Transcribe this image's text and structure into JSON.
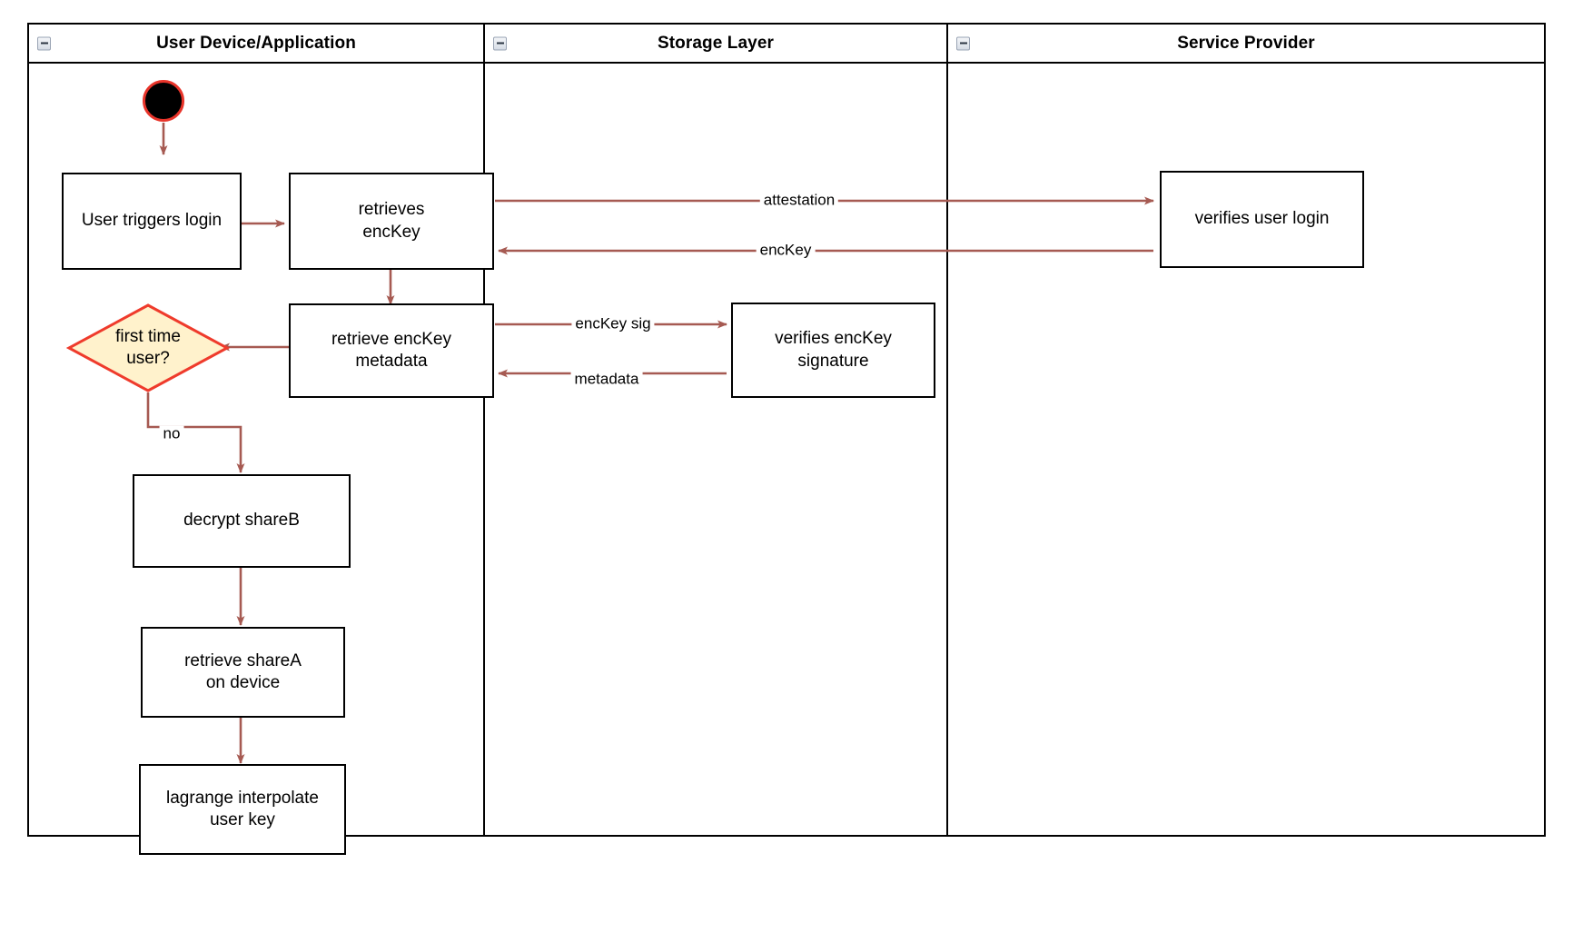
{
  "diagram": {
    "type": "swimlane-activity-diagram",
    "colors": {
      "edge": "#a65a52",
      "lane_border": "#000000",
      "node_border": "#000000",
      "node_fill": "#ffffff",
      "decision_fill": "#fff2cc",
      "decision_border": "#ef3b2c",
      "start_fill": "#000000",
      "start_border": "#e8342a",
      "text": "#000000"
    },
    "lanes": [
      {
        "id": "user-device",
        "title": "User Device/Application",
        "collapse_icon": "minus-icon"
      },
      {
        "id": "storage-layer",
        "title": "Storage Layer",
        "collapse_icon": "minus-icon"
      },
      {
        "id": "service-provider",
        "title": "Service Provider",
        "collapse_icon": "minus-icon"
      }
    ],
    "nodes": [
      {
        "id": "start",
        "lane": "user-device",
        "shape": "start",
        "label": ""
      },
      {
        "id": "user-triggers-login",
        "lane": "user-device",
        "shape": "process",
        "label": "User triggers login"
      },
      {
        "id": "retrieves-enckey",
        "lane": "user-device",
        "shape": "process",
        "label_line1": "retrieves",
        "label_line2": "encKey"
      },
      {
        "id": "retrieve-enckey-metadata",
        "lane": "user-device",
        "shape": "process",
        "label_line1": "retrieve encKey",
        "label_line2": "metadata"
      },
      {
        "id": "first-time-user",
        "lane": "user-device",
        "shape": "decision",
        "label_line1": "first time",
        "label_line2": "user?"
      },
      {
        "id": "decrypt-shareb",
        "lane": "user-device",
        "shape": "process",
        "label": "decrypt shareB"
      },
      {
        "id": "retrieve-sharea-on-device",
        "lane": "user-device",
        "shape": "process",
        "label_line1": "retrieve shareA",
        "label_line2": "on device"
      },
      {
        "id": "lagrange-interpolate-user-key",
        "lane": "user-device",
        "shape": "process",
        "label_line1": "lagrange interpolate",
        "label_line2": "user key"
      },
      {
        "id": "verifies-enckey-signature",
        "lane": "storage-layer",
        "shape": "process",
        "label_line1": "verifies encKey",
        "label_line2": "signature"
      },
      {
        "id": "verifies-user-login",
        "lane": "service-provider",
        "shape": "process",
        "label": "verifies user login"
      }
    ],
    "edges": [
      {
        "id": "start-to-login",
        "from": "start",
        "to": "user-triggers-login",
        "label": ""
      },
      {
        "id": "login-to-retrieves",
        "from": "user-triggers-login",
        "to": "retrieves-enckey",
        "label": ""
      },
      {
        "id": "attestation",
        "from": "retrieves-enckey",
        "to": "verifies-user-login",
        "label": "attestation"
      },
      {
        "id": "enckey-return",
        "from": "verifies-user-login",
        "to": "retrieves-enckey",
        "label": "encKey"
      },
      {
        "id": "retrieves-to-metadata",
        "from": "retrieves-enckey",
        "to": "retrieve-enckey-metadata",
        "label": ""
      },
      {
        "id": "enckey-sig",
        "from": "retrieve-enckey-metadata",
        "to": "verifies-enckey-signature",
        "label": "encKey sig"
      },
      {
        "id": "metadata",
        "from": "verifies-enckey-signature",
        "to": "retrieve-enckey-metadata",
        "label": "metadata"
      },
      {
        "id": "metadata-to-decision",
        "from": "retrieve-enckey-metadata",
        "to": "first-time-user",
        "label": ""
      },
      {
        "id": "decision-no",
        "from": "first-time-user",
        "to": "decrypt-shareb",
        "label": "no"
      },
      {
        "id": "shareb-to-sharea",
        "from": "decrypt-shareb",
        "to": "retrieve-sharea-on-device",
        "label": ""
      },
      {
        "id": "sharea-to-lagrange",
        "from": "retrieve-sharea-on-device",
        "to": "lagrange-interpolate-user-key",
        "label": ""
      }
    ]
  }
}
